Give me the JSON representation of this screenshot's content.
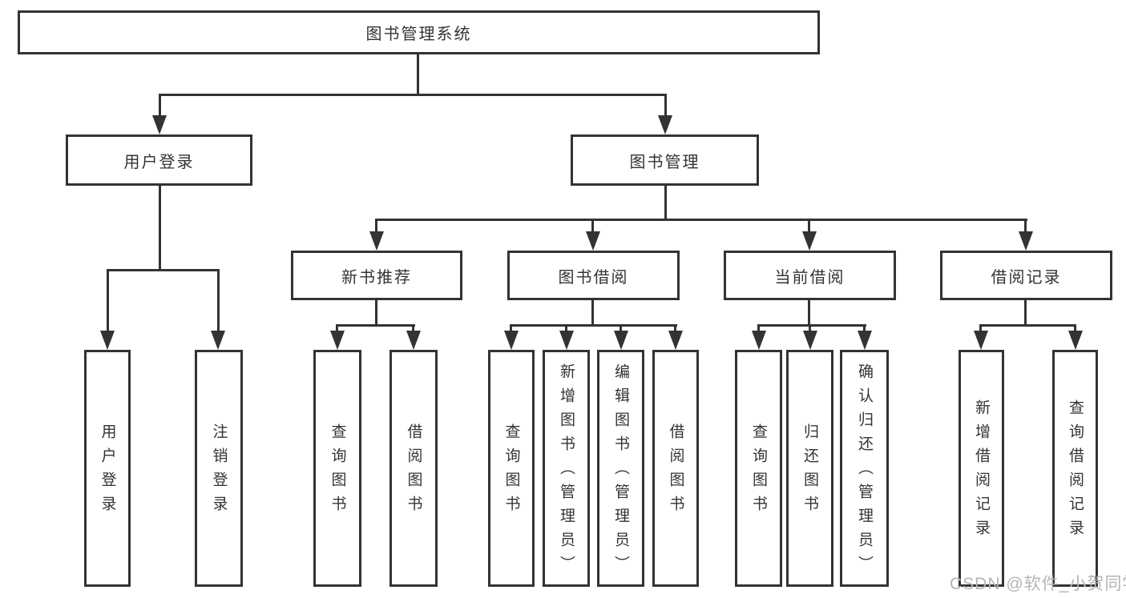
{
  "diagram_type": "functional-structure-tree",
  "tree": {
    "label": "图书管理系统",
    "children": [
      {
        "label": "用户登录",
        "children": [
          {
            "label": "用户登录"
          },
          {
            "label": "注销登录"
          }
        ]
      },
      {
        "label": "图书管理",
        "children": [
          {
            "label": "新书推荐",
            "children": [
              {
                "label": "查询图书"
              },
              {
                "label": "借阅图书"
              }
            ]
          },
          {
            "label": "图书借阅",
            "children": [
              {
                "label": "查询图书"
              },
              {
                "label": "新增图书（管理员）"
              },
              {
                "label": "编辑图书（管理员）"
              },
              {
                "label": "借阅图书"
              }
            ]
          },
          {
            "label": "当前借阅",
            "children": [
              {
                "label": "查询图书"
              },
              {
                "label": "归还图书"
              },
              {
                "label": "确认归还（管理员）"
              }
            ]
          },
          {
            "label": "借阅记录",
            "children": [
              {
                "label": "新增借阅记录"
              },
              {
                "label": "查询借阅记录"
              }
            ]
          }
        ]
      }
    ]
  },
  "watermark": {
    "text": "CSDN @软件_小贺同学"
  },
  "colors": {
    "line": "#333333",
    "background": "#ffffff",
    "watermark": "#b5b5b5"
  }
}
